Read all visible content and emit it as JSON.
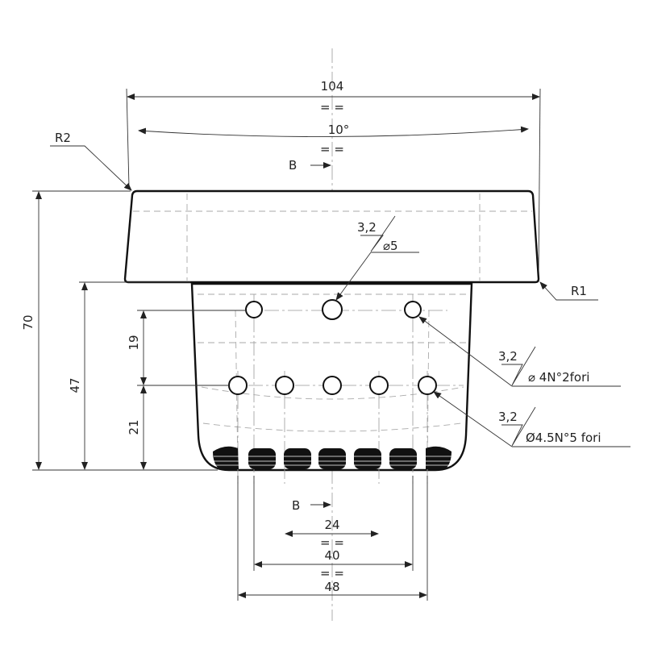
{
  "drawing": {
    "dimensions": {
      "overall_width": "104",
      "taper_angle": "10°",
      "total_height": "70",
      "basket_height": "47",
      "hole_row_spacing": "19",
      "bottom_row_height": "21",
      "inner_span": "24",
      "mid_span": "40",
      "outer_span": "48"
    },
    "radii": {
      "top_left": "R2",
      "bottom_right": "R1"
    },
    "section_marks": {
      "top": "B",
      "bottom": "B"
    },
    "equal_marks": "= =",
    "annotations": [
      {
        "roughness": "3,2",
        "spec": "⌀5"
      },
      {
        "roughness": "3,2",
        "spec": "⌀ 4N°2fori"
      },
      {
        "roughness": "3,2",
        "spec": "Ø4.5N°5 fori"
      }
    ]
  }
}
